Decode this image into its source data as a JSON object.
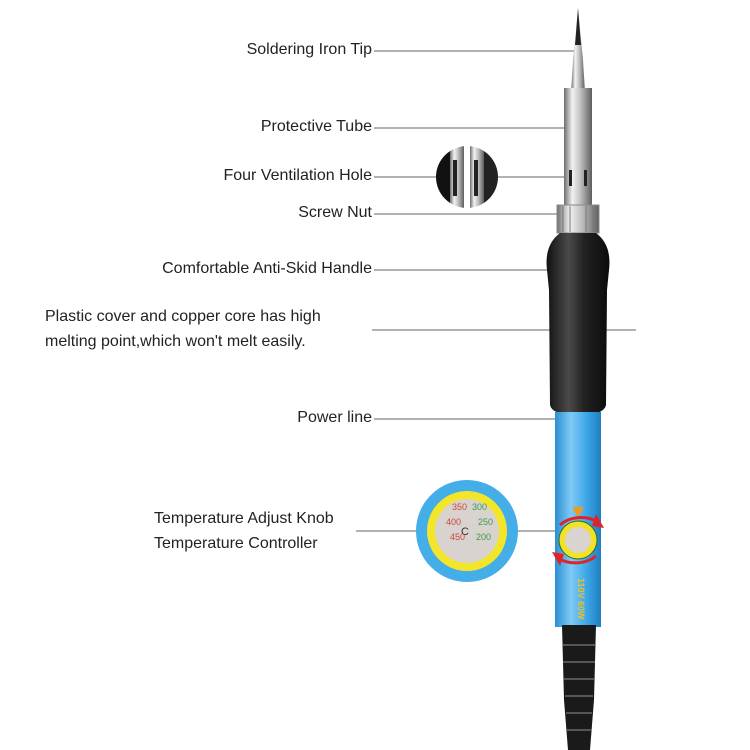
{
  "labels": {
    "tip": "Soldering Iron Tip",
    "tube": "Protective Tube",
    "vent": "Four Ventilation Hole",
    "nut": "Screw Nut",
    "handle": "Comfortable Anti-Skid Handle",
    "cover_line1": "Plastic cover and copper core has high",
    "cover_line2": "melting point,which won't melt easily.",
    "power": "Power line",
    "knob_line1": "Temperature Adjust Knob",
    "knob_line2": "Temperature Controller"
  },
  "knob": {
    "red_marks": [
      "350",
      "400",
      "450"
    ],
    "green_marks": [
      "300",
      "250",
      "200"
    ],
    "rating": "110V 60W"
  },
  "colors": {
    "handle": "#2a2a2a",
    "body": "#3fa9e8",
    "knob": "#f2e227",
    "arrow": "#e0232a",
    "leader": "#555555"
  }
}
